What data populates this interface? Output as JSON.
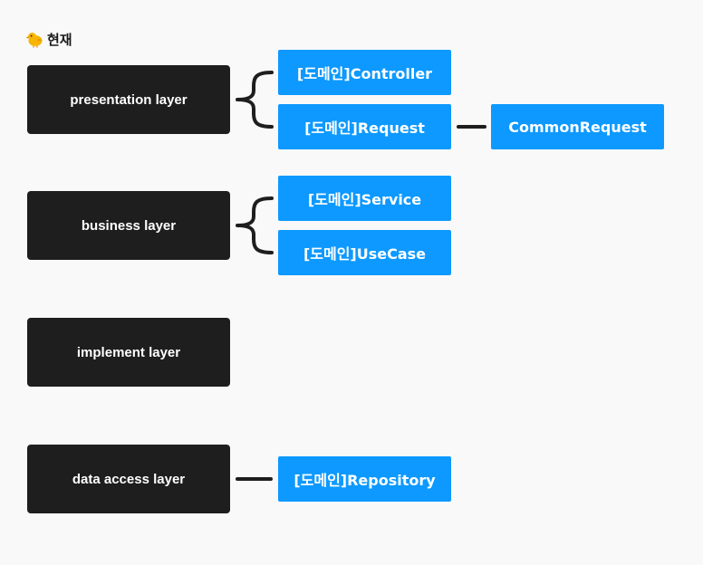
{
  "heading": {
    "emoji_icon": "chick-icon",
    "title": "현재"
  },
  "layers": [
    {
      "id": "presentation",
      "label": "presentation layer"
    },
    {
      "id": "business",
      "label": "business layer"
    },
    {
      "id": "implement",
      "label": "implement layer"
    },
    {
      "id": "data-access",
      "label": "data access layer"
    }
  ],
  "nodes": {
    "controller": "[도메인]Controller",
    "request": "[도메인]Request",
    "common_request": "CommonRequest",
    "service": "[도메인]Service",
    "usecase": "[도메인]UseCase",
    "repository": "[도메인]Repository"
  },
  "edges": [
    {
      "from": "presentation layer",
      "to": [
        "[도메인]Controller",
        "[도메인]Request"
      ],
      "style": "brace"
    },
    {
      "from": "[도메인]Request",
      "to": [
        "CommonRequest"
      ],
      "style": "line"
    },
    {
      "from": "business layer",
      "to": [
        "[도메인]Service",
        "[도메인]UseCase"
      ],
      "style": "brace"
    },
    {
      "from": "data access layer",
      "to": [
        "[도메인]Repository"
      ],
      "style": "line"
    }
  ],
  "colors": {
    "background": "#f9f9f9",
    "layer_fill": "#1e1e1e",
    "node_fill": "#0d99ff",
    "connector": "#1e1e1e",
    "text_on_fill": "#ffffff"
  }
}
